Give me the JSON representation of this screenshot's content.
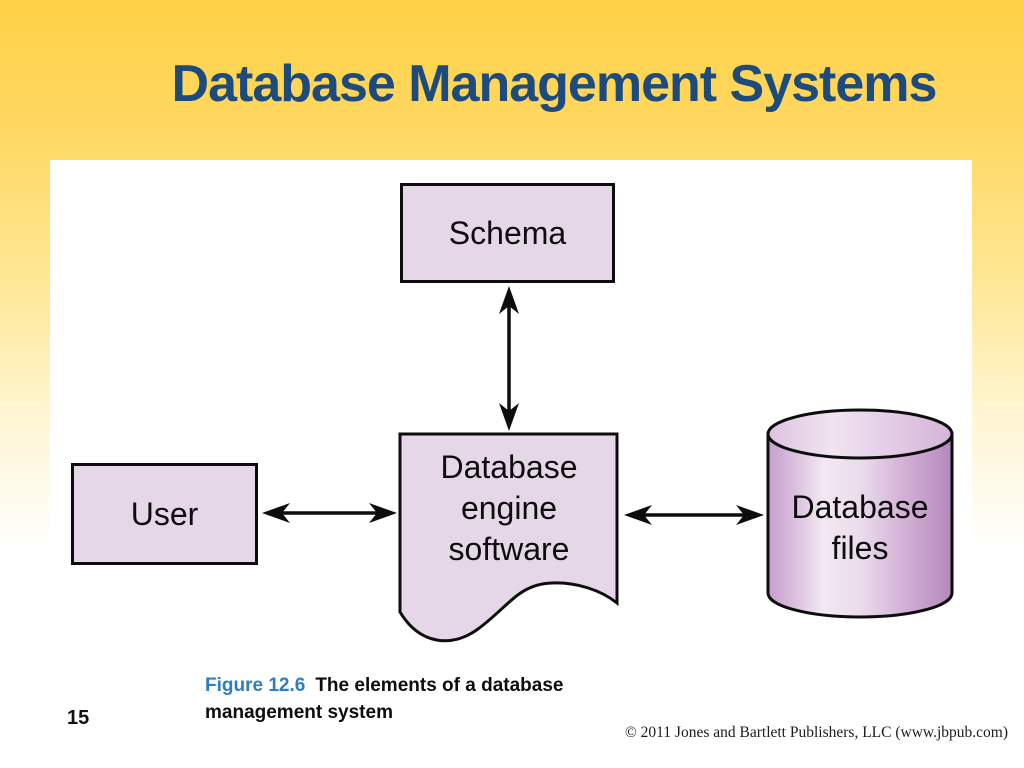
{
  "slide": {
    "title": "Database Management Systems",
    "page_number": "15",
    "copyright": "© 2011 Jones and Bartlett Publishers, LLC (www.jbpub.com)"
  },
  "caption": {
    "label": "Figure 12.6",
    "text": "The elements of a database management system"
  },
  "diagram": {
    "nodes": {
      "schema": {
        "shape": "rectangle",
        "label": "Schema"
      },
      "user": {
        "shape": "rectangle",
        "label": "User"
      },
      "engine": {
        "shape": "document",
        "label": "Database engine software",
        "lines": [
          "Database",
          "engine",
          "software"
        ]
      },
      "files": {
        "shape": "cylinder",
        "label": "Database files",
        "lines": [
          "Database",
          "files"
        ]
      }
    },
    "edges": [
      {
        "from": "schema",
        "to": "engine",
        "type": "bidirectional"
      },
      {
        "from": "user",
        "to": "engine",
        "type": "bidirectional"
      },
      {
        "from": "engine",
        "to": "files",
        "type": "bidirectional"
      }
    ]
  },
  "colors": {
    "background_top": "#FFD147",
    "title_text": "#1D4B7D",
    "node_fill": "#E6D7E8",
    "node_border": "#0D0D0D",
    "caption_label": "#2F7CC0",
    "cylinder_shade_dark": "#B488BB",
    "cylinder_shade_light": "#F2E8F3"
  }
}
